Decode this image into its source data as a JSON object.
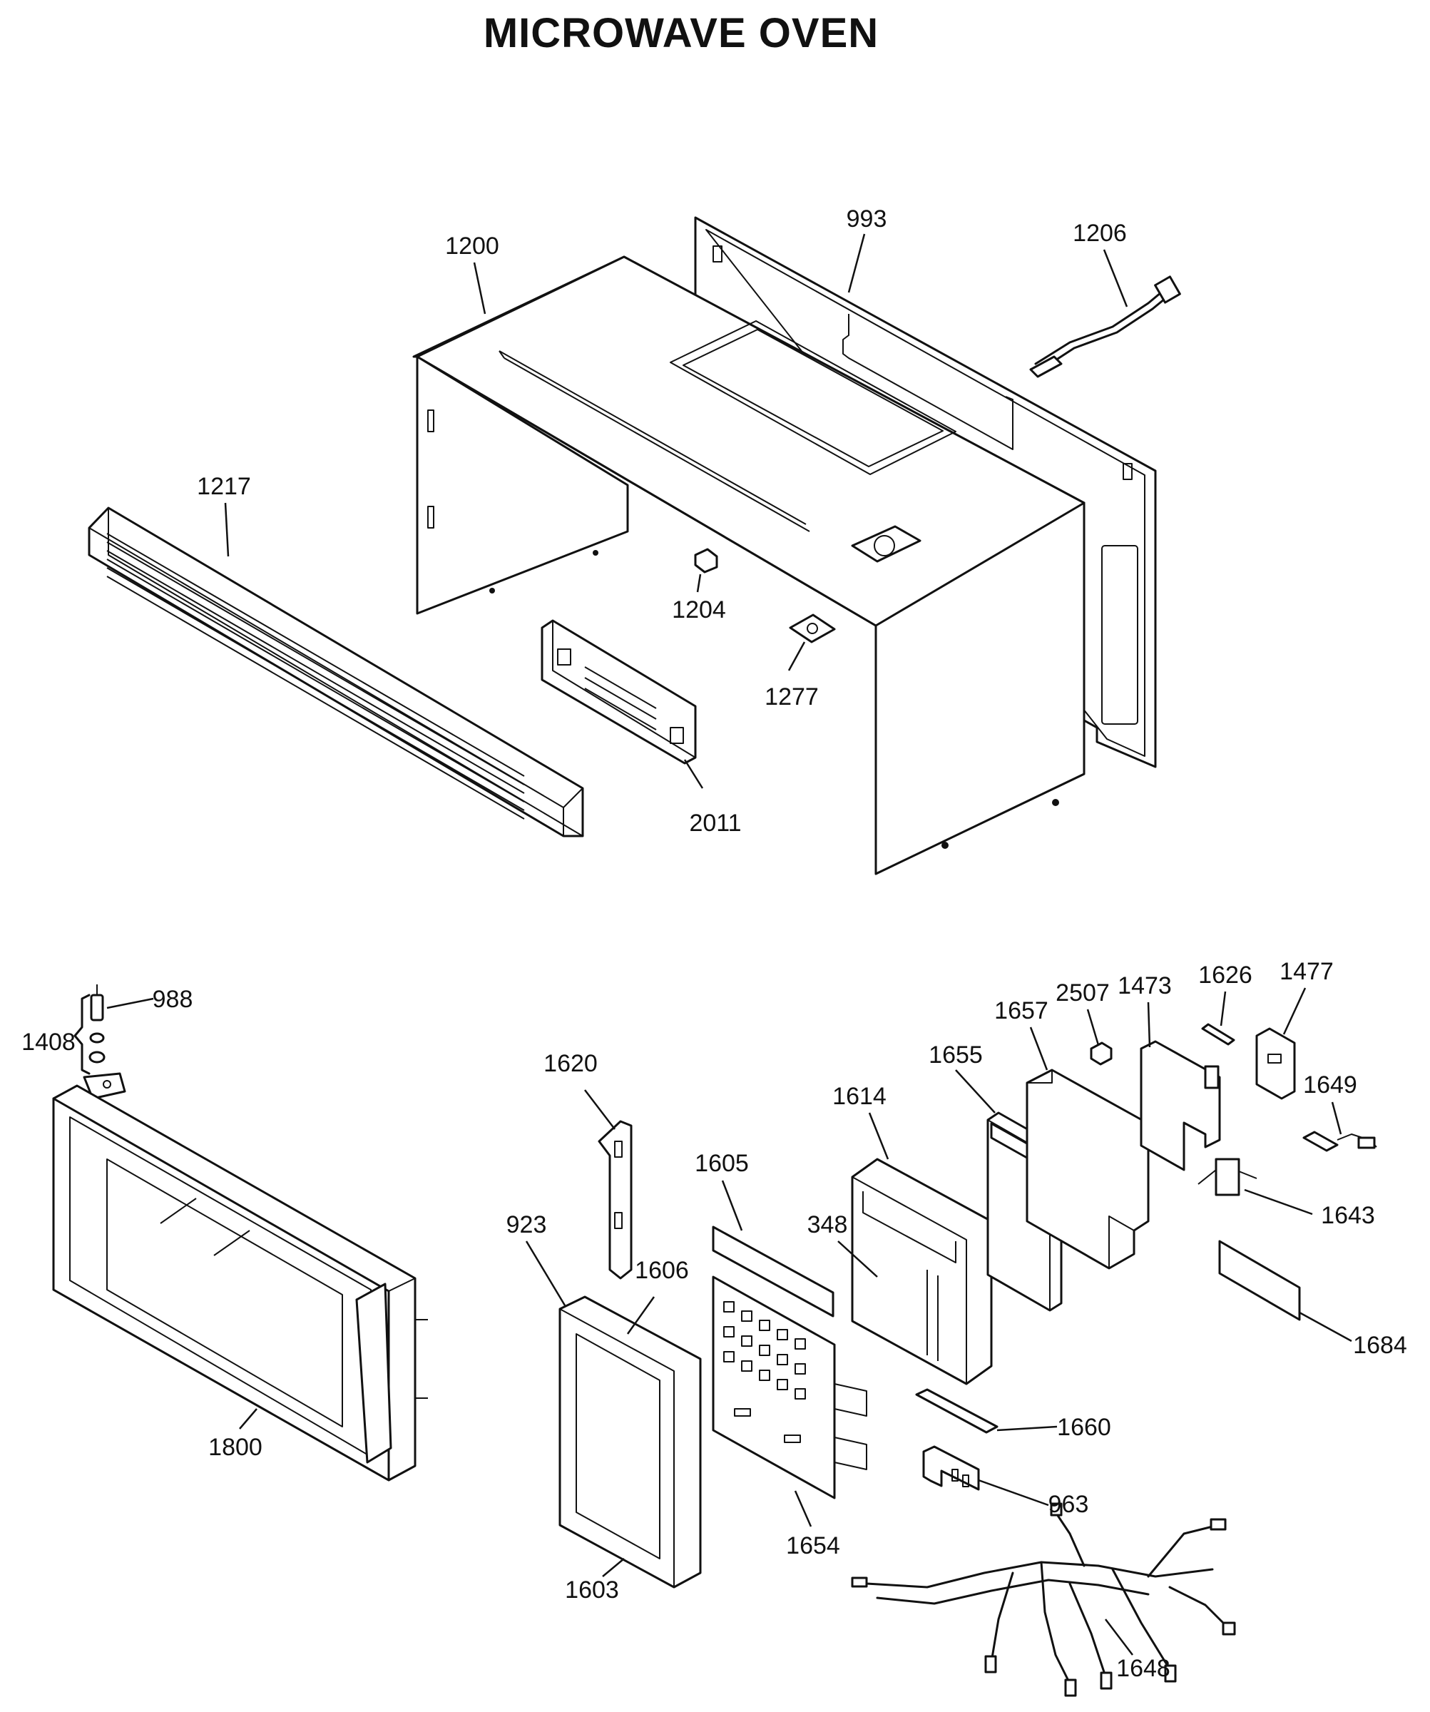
{
  "title": "MICROWAVE OVEN",
  "parts": [
    {
      "id": "993"
    },
    {
      "id": "1206"
    },
    {
      "id": "1200"
    },
    {
      "id": "1217"
    },
    {
      "id": "1204"
    },
    {
      "id": "1277"
    },
    {
      "id": "2011"
    },
    {
      "id": "988"
    },
    {
      "id": "1408"
    },
    {
      "id": "1800"
    },
    {
      "id": "1620"
    },
    {
      "id": "923"
    },
    {
      "id": "1606"
    },
    {
      "id": "1603"
    },
    {
      "id": "1605"
    },
    {
      "id": "348"
    },
    {
      "id": "1654"
    },
    {
      "id": "1614"
    },
    {
      "id": "1655"
    },
    {
      "id": "1657"
    },
    {
      "id": "2507"
    },
    {
      "id": "1473"
    },
    {
      "id": "1626"
    },
    {
      "id": "1477"
    },
    {
      "id": "1649"
    },
    {
      "id": "1643"
    },
    {
      "id": "1684"
    },
    {
      "id": "1660"
    },
    {
      "id": "963"
    },
    {
      "id": "1648"
    }
  ]
}
